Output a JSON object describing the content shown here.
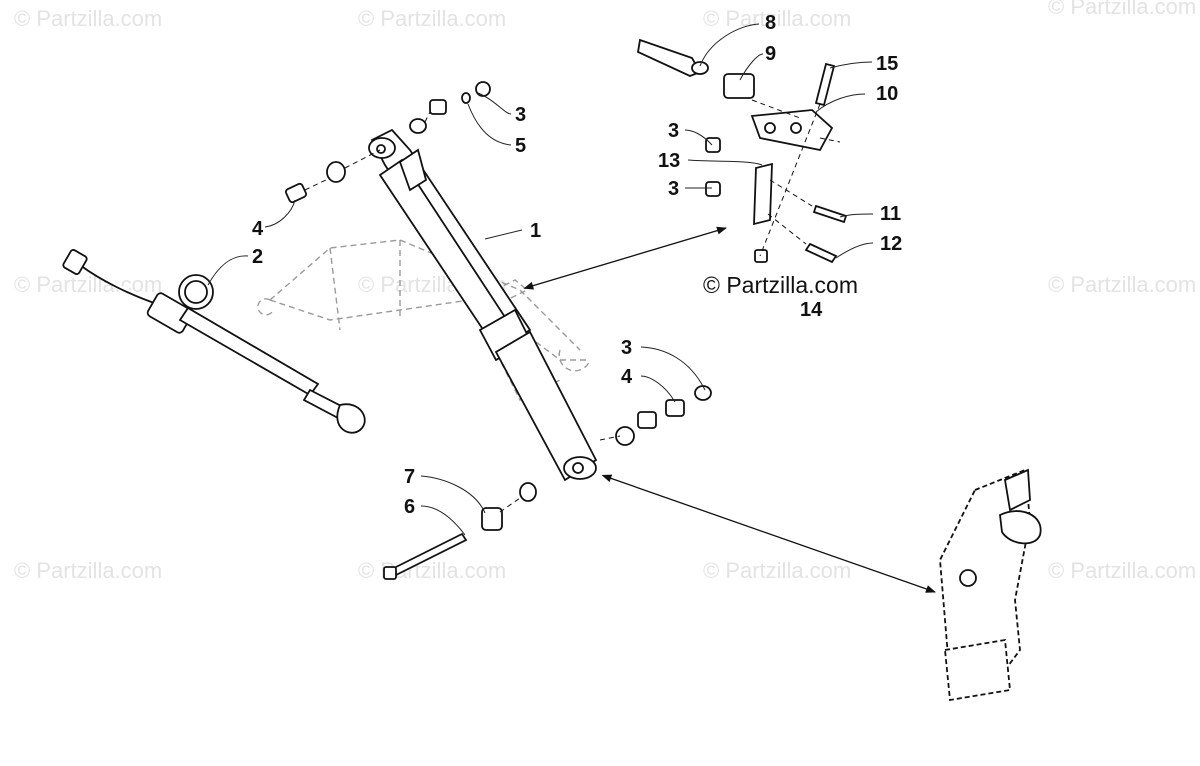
{
  "watermark": "© Partzilla.com",
  "credit": "© Partzilla.com",
  "callouts": [
    "1",
    "2",
    "3",
    "4",
    "5",
    "6",
    "7",
    "8",
    "9",
    "10",
    "11",
    "12",
    "13",
    "14",
    "15"
  ],
  "repeated_callouts": {
    "three": "3",
    "four": "4"
  }
}
